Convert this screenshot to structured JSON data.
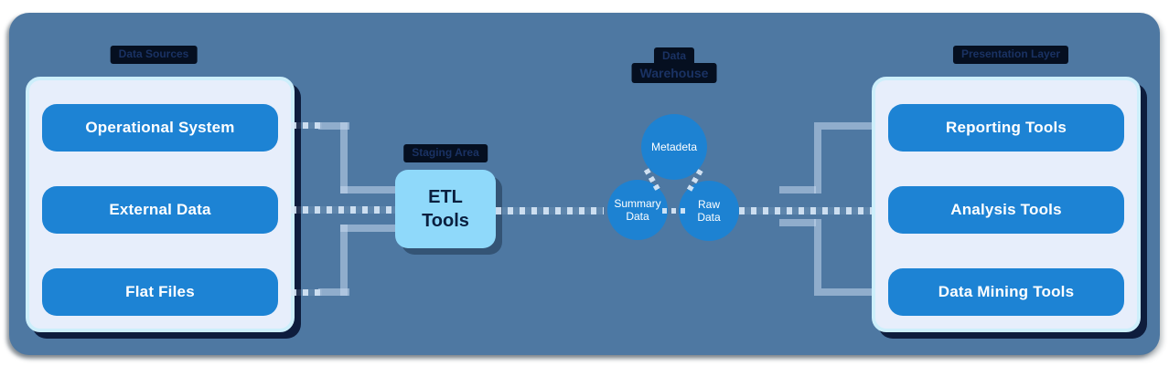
{
  "sources": {
    "header": "Data Sources",
    "items": [
      "Operational System",
      "External Data",
      "Flat Files"
    ]
  },
  "staging": {
    "header": "Staging Area",
    "node_line1": "ETL",
    "node_line2": "Tools"
  },
  "warehouse": {
    "header_line1": "Data",
    "header_line2": "Warehouse",
    "nodes": {
      "top": "Metadeta",
      "left_line1": "Summary",
      "left_line2": "Data",
      "right_line1": "Raw",
      "right_line2": "Data"
    }
  },
  "presentation": {
    "header": "Presentation Layer",
    "items": [
      "Reporting Tools",
      "Analysis Tools",
      "Data Mining Tools"
    ]
  },
  "colors": {
    "canvas": "#4e78a2",
    "panel": "#e7eefb",
    "panel_glow": "#cdeffb",
    "shadow_navy": "#0e1d3d",
    "node_blue": "#1d83d4",
    "etl_fill": "#8fd9fa",
    "etl_text": "#0a1f3f",
    "header_pill_bg": "#050f20",
    "header_pill_text": "#1a3263",
    "connector": "#c6d8ee"
  }
}
